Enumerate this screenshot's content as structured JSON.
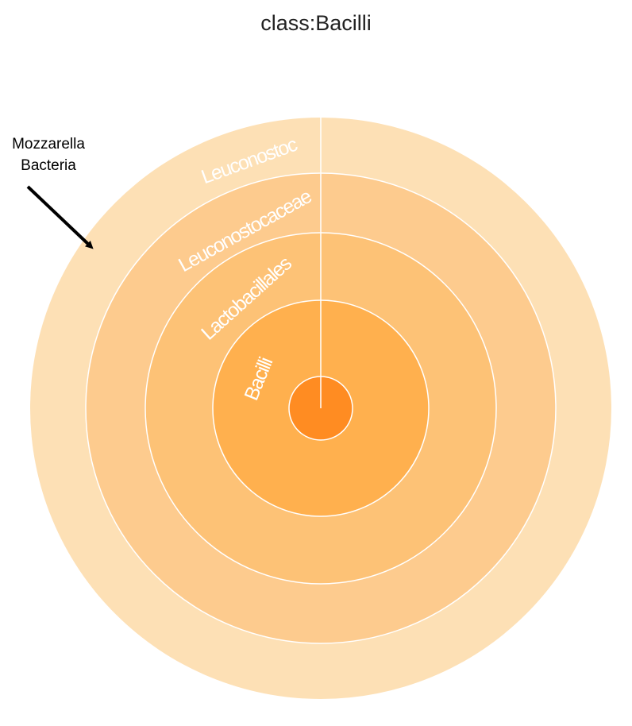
{
  "chart_data": {
    "type": "sunburst",
    "title": "class:Bacilli",
    "levels": [
      {
        "name": "",
        "value": 1,
        "color": "#ff8c22"
      },
      {
        "name": "Bacilli",
        "value": 1,
        "color": "#ffb04e"
      },
      {
        "name": "Lactobacillales",
        "value": 1,
        "color": "#fdc276"
      },
      {
        "name": "Leuconostocaceae",
        "value": 1,
        "color": "#fdcb8e"
      },
      {
        "name": "Leuconostoc",
        "value": 1,
        "color": "#fde0b5"
      }
    ],
    "annotation": {
      "lines": [
        "Mozzarella",
        "Bacteria"
      ],
      "points_to": "Leuconostoc"
    }
  }
}
